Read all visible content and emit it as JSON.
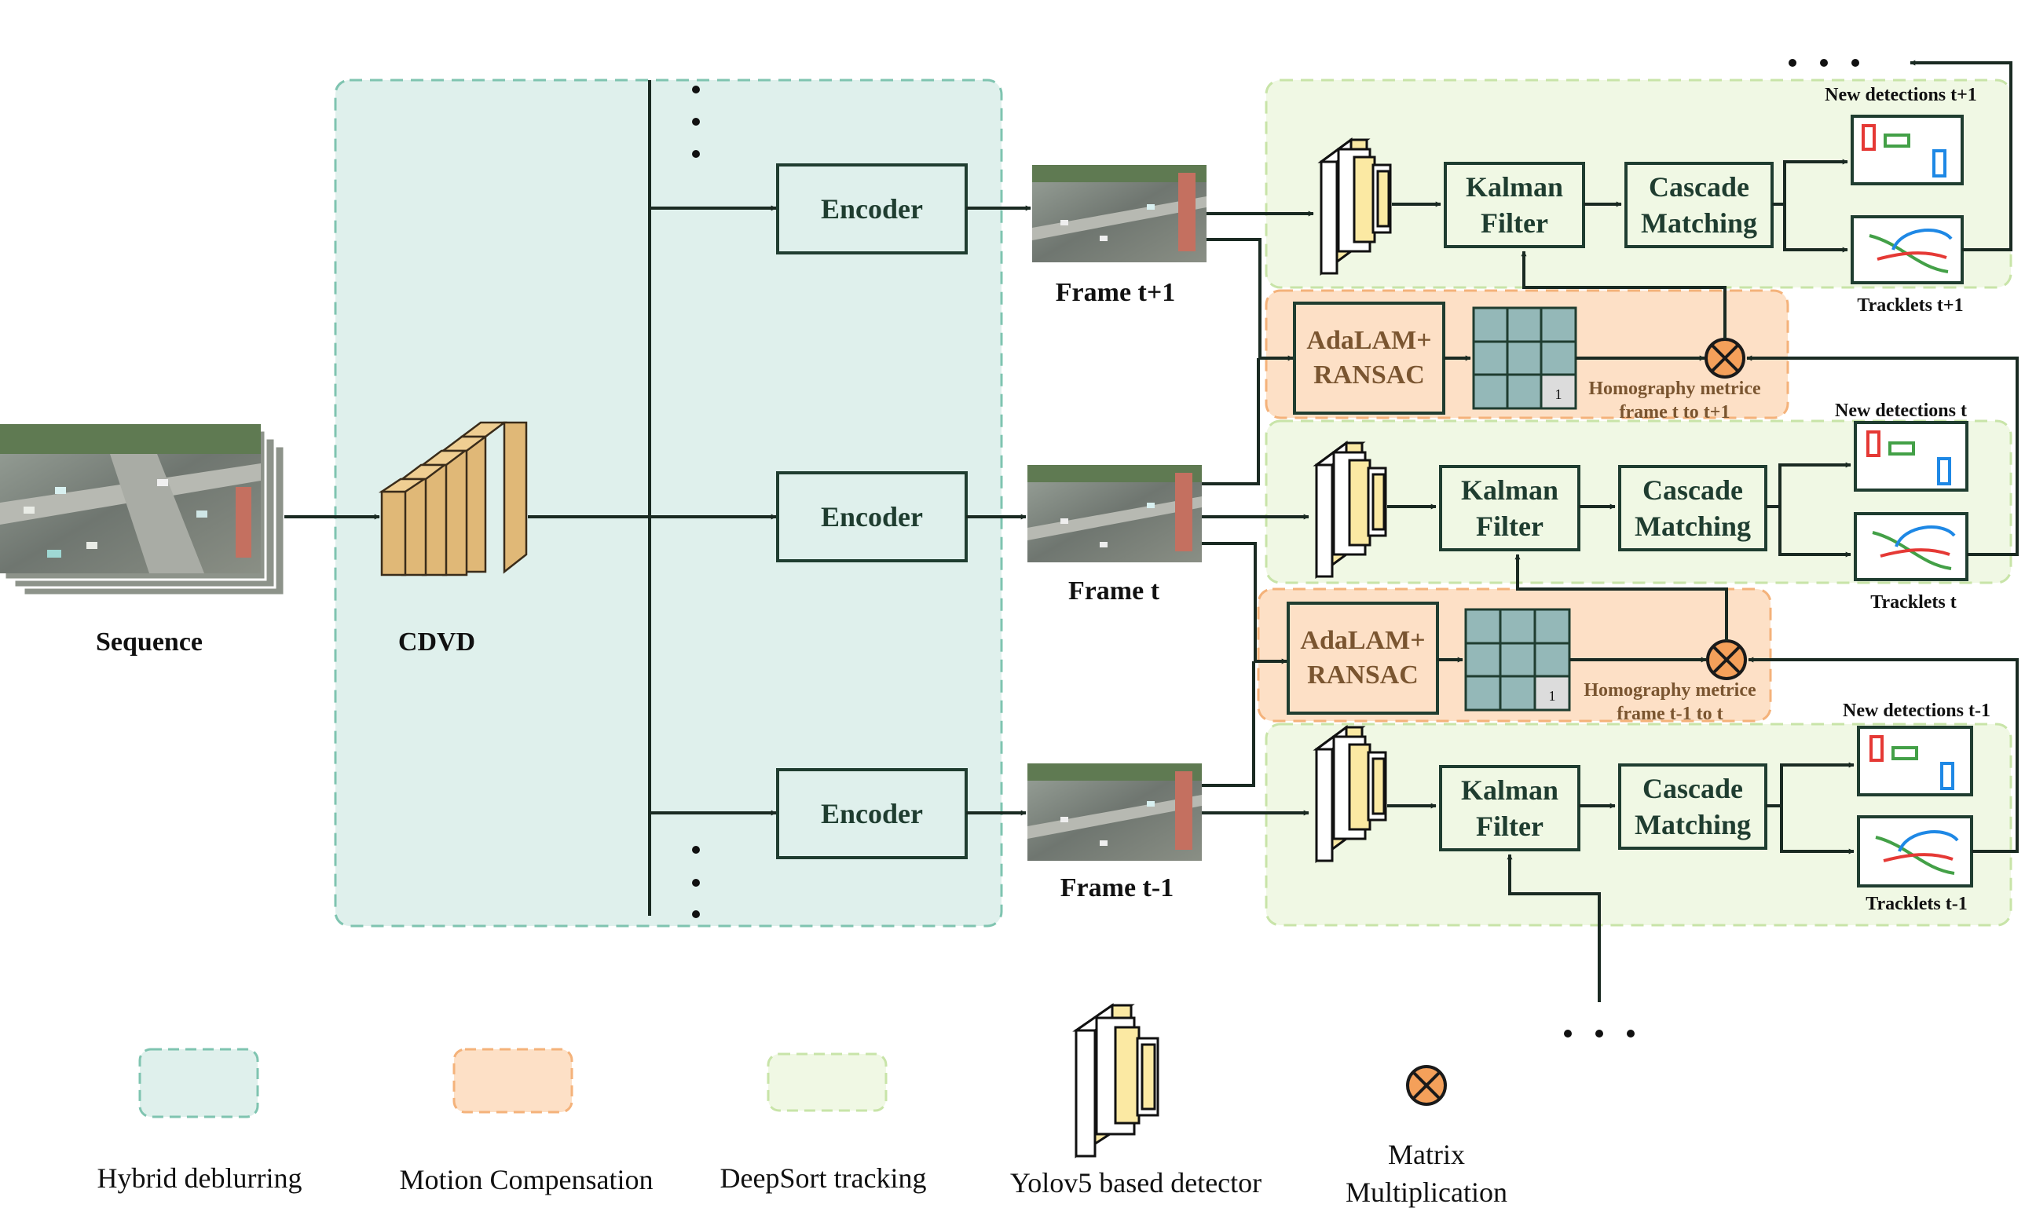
{
  "inputs": {
    "sequence_label": "Sequence",
    "cdvd_label": "CDVD"
  },
  "encoders": [
    {
      "label": "Encoder"
    },
    {
      "label": "Encoder"
    },
    {
      "label": "Encoder"
    }
  ],
  "frames": [
    {
      "label": "Frame t+1"
    },
    {
      "label": "Frame t"
    },
    {
      "label": "Frame t-1"
    }
  ],
  "tracking_rows": [
    {
      "kalman_line1": "Kalman",
      "kalman_line2": "Filter",
      "cascade_line1": "Cascade",
      "cascade_line2": "Matching",
      "new_detections": "New detections t+1",
      "tracklets": "Tracklets t+1"
    },
    {
      "kalman_line1": "Kalman",
      "kalman_line2": "Filter",
      "cascade_line1": "Cascade",
      "cascade_line2": "Matching",
      "new_detections": "New detections t",
      "tracklets": "Tracklets t"
    },
    {
      "kalman_line1": "Kalman",
      "kalman_line2": "Filter",
      "cascade_line1": "Cascade",
      "cascade_line2": "Matching",
      "new_detections": "New detections t-1",
      "tracklets": "Tracklets t-1"
    }
  ],
  "motion_rows": [
    {
      "adalam_line1": "AdaLAM+",
      "adalam_line2": "RANSAC",
      "matrix_cell": "1",
      "homography_line1": "Homography metrice",
      "homography_line2": "frame t to t+1"
    },
    {
      "adalam_line1": "AdaLAM+",
      "adalam_line2": "RANSAC",
      "matrix_cell": "1",
      "homography_line1": "Homography metrice",
      "homography_line2": "frame t-1 to t"
    }
  ],
  "legend": {
    "hybrid": "Hybrid deblurring",
    "motion": "Motion Compensation",
    "deepsort": "DeepSort tracking",
    "yolo": "Yolov5 based detector",
    "matrix_line1": "Matrix",
    "matrix_line2": "Multiplication"
  },
  "colors": {
    "deblur_fill": "#dff0ec",
    "deblur_border": "#7fc4b0",
    "motion_fill": "#fde0c6",
    "motion_border": "#f4b27a",
    "tracking_fill": "#f0f8e4",
    "tracking_border": "#c8e4a8",
    "box_border": "#1f3d30",
    "adalam_text": "#7a5530",
    "orange_circle": "#f4a05a",
    "block_tan": "#e0b877",
    "block_yellow": "#fbe9a3",
    "matrix_fill": "#94b8b8"
  }
}
